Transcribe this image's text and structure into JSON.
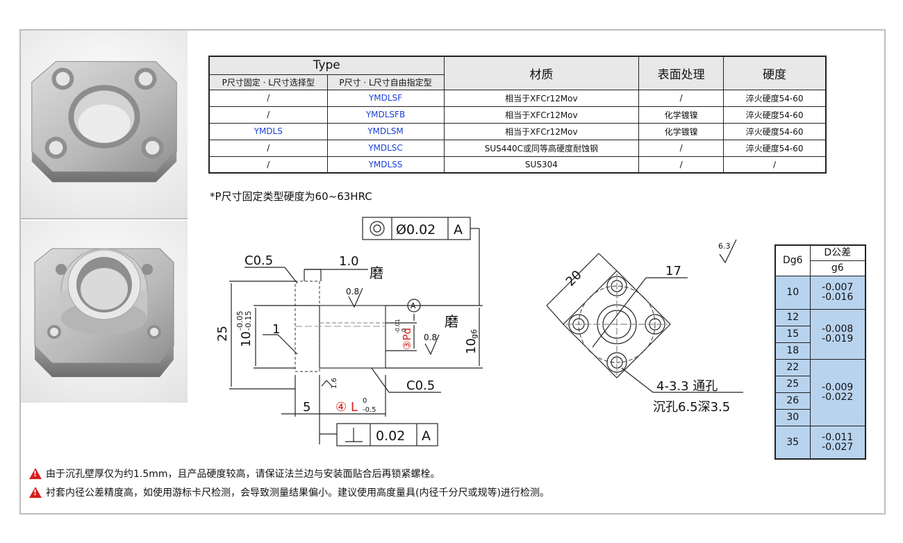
{
  "spec_table": {
    "type_header": "Type",
    "col_fixed": "P尺寸固定 · L尺寸选择型",
    "col_free": "P尺寸 · L尺寸自由指定型",
    "col_material": "材质",
    "col_surface": "表面处理",
    "col_hardness": "硬度",
    "rows": [
      {
        "fixed": "/",
        "free": "YMDLSF",
        "material": "相当于XFCr12Mov",
        "surface": "/",
        "hardness": "淬火硬度54-60"
      },
      {
        "fixed": "/",
        "free": "YMDLSFB",
        "material": "相当于XFCr12Mov",
        "surface": "化学镀镍",
        "hardness": "淬火硬度54-60"
      },
      {
        "fixed": "YMDLS",
        "free": "YMDLSM",
        "material": "相当于XFCr12Mov",
        "surface": "化学镀镍",
        "hardness": "淬火硬度54-60"
      },
      {
        "fixed": "/",
        "free": "YMDLSC",
        "material": "SUS440C或同等高硬度耐蚀钢",
        "surface": "/",
        "hardness": "淬火硬度54-60"
      },
      {
        "fixed": "/",
        "free": "YMDLSS",
        "material": "SUS304",
        "surface": "/",
        "hardness": "/"
      }
    ]
  },
  "hardness_note": "*P尺寸固定类型硬度为60~63HRC",
  "drawing": {
    "concentricity": "Ø0.02",
    "datum_a": "A",
    "c05_top": "C0.5",
    "dim_10_top": "1.0",
    "grind_1": "磨",
    "rough_08_a": "0.8",
    "datum_marker": "A",
    "grind_2": "磨",
    "dim_25": "25",
    "dim_10_tol": "10",
    "tol_upper": "-0.05",
    "tol_lower": "-0.15",
    "dim_1": "1",
    "pd_label": "③Pd",
    "pd_tol_upper": "-0.01",
    "pd_tol_lower": "0",
    "rough_08_b": "0.8",
    "dim_10_g6": "10",
    "g6_sub": "g6",
    "rough_16": "1.6",
    "c05_bottom": "C0.5",
    "dim_5": "5",
    "l_label": "④ L",
    "l_tol_upper": "0",
    "l_tol_lower": "-0.5",
    "perp_value": "0.02",
    "perp_datum": "A",
    "dim_20": "20",
    "dim_17": "17",
    "rough_63": "6.3",
    "holes_1": "4-3.3  通孔",
    "holes_2": "沉孔6.5深3.5"
  },
  "dg_table": {
    "h_dg6": "Dg6",
    "h_d_tol": "D公差",
    "h_g6": "g6",
    "rows": [
      {
        "d": "10",
        "tol1": "-0.007",
        "tol2": "-0.016"
      },
      {
        "d": "12"
      },
      {
        "d": "15",
        "tol1": "-0.008",
        "tol2": "-0.019"
      },
      {
        "d": "18"
      },
      {
        "d": "22"
      },
      {
        "d": "25"
      },
      {
        "d": "26",
        "tol1": "-0.009",
        "tol2": "-0.022"
      },
      {
        "d": "30"
      },
      {
        "d": "35",
        "tol1": "-0.011",
        "tol2": "-0.027"
      }
    ]
  },
  "warnings": [
    "由于沉孔壁厚仅为约1.5mm，且产品硬度较高，请保证法兰边与安装面贴合后再锁紧螺栓。",
    "衬套内径公差精度高，如使用游标卡尺检测，会导致测量结果偏小。建议使用高度量具(内径千分尺或规等)进行检测。"
  ],
  "colors": {
    "blue_text": "#1a3fd6",
    "table_blue": "#b8d3ee",
    "warning_red": "#d81e1e",
    "annotation_red": "#d81e1e"
  }
}
